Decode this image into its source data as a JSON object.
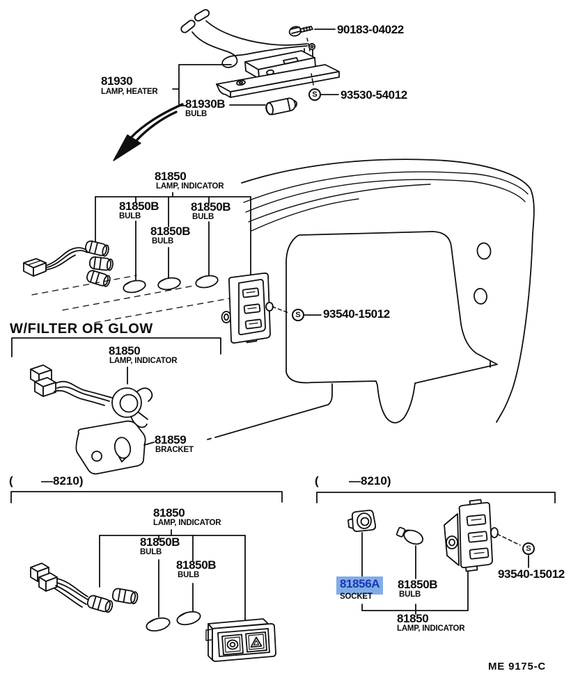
{
  "colors": {
    "highlight_bg": "#82ace8",
    "highlight_text": "#1838b4",
    "ink": "#0f0f0f",
    "paper": "#ffffff"
  },
  "top_section": {
    "heater_lamp": {
      "no": "81930",
      "desc": "LAMP, HEATER"
    },
    "heater_bulb": {
      "no": "81930B",
      "desc": "BULB"
    },
    "screw": {
      "no": "90183-04022"
    },
    "screw_s": {
      "symbol": "S",
      "no": "93530-54012"
    }
  },
  "indicator_section": {
    "lamp": {
      "no": "81850",
      "desc": "LAMP, INDICATOR"
    },
    "bulbs": [
      {
        "no": "81850B",
        "desc": "BULB"
      },
      {
        "no": "81850B",
        "desc": "BULB"
      },
      {
        "no": "81850B",
        "desc": "BULB"
      }
    ],
    "screw_s": {
      "symbol": "S",
      "no": "93540-15012"
    }
  },
  "w_filter_section": {
    "title": "W/FILTER OR GLOW",
    "lamp": {
      "no": "81850",
      "desc": "LAMP, INDICATOR"
    },
    "bracket": {
      "no": "81859",
      "desc": "BRACKET"
    }
  },
  "left_8210_section": {
    "paren": "(",
    "range": "—8210)",
    "lamp": {
      "no": "81850",
      "desc": "LAMP, INDICATOR"
    },
    "bulbs": [
      {
        "no": "81850B",
        "desc": "BULB"
      },
      {
        "no": "81850B",
        "desc": "BULB"
      }
    ]
  },
  "right_8210_section": {
    "paren": "(",
    "range": "—8210)",
    "socket": {
      "no": "81856A",
      "desc": "SOCKET"
    },
    "bulb": {
      "no": "81850B",
      "desc": "BULB"
    },
    "lamp": {
      "no": "81850",
      "desc": "LAMP, INDICATOR"
    },
    "screw_s": {
      "symbol": "S",
      "no": "93540-15012"
    }
  },
  "footer": {
    "code": "ME 9175-C"
  }
}
